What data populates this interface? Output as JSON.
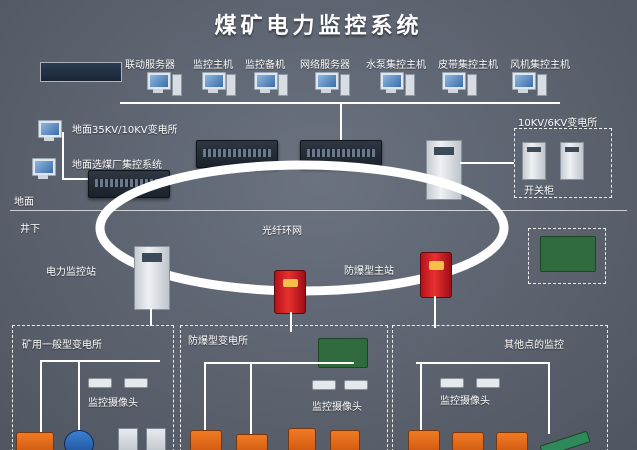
{
  "title": "煤矿电力监控系统",
  "top_row": {
    "linkage_server": "联动服务器",
    "monitor_host": "监控主机",
    "monitor_backup": "监控备机",
    "network_server": "网络服务器",
    "pump_host": "水泵集控主机",
    "belt_host": "皮带集控主机",
    "fan_host": "风机集控主机"
  },
  "surface_substation": "地面35KV/10KV变电所",
  "coal_prep": "地面选煤厂集控系统",
  "substation_10kv": "10KV/6KV变电所",
  "switch_cabinet": "开关柜",
  "ground": "地面",
  "underground": "井下",
  "fiber_ring": "光纤环网",
  "power_station": "电力监控站",
  "explosion_station": "防爆型主站",
  "general_substation": "矿用一般型变电所",
  "explosion_substation": "防爆型变电所",
  "other_points": "其他点的监控",
  "camera_1": "监控摄像头",
  "camera_2": "监控摄像头",
  "camera_3": "监控摄像头",
  "colors": {
    "background": "#5e6572",
    "lines": "#ffffff",
    "explosion_red": "#d4202a"
  }
}
